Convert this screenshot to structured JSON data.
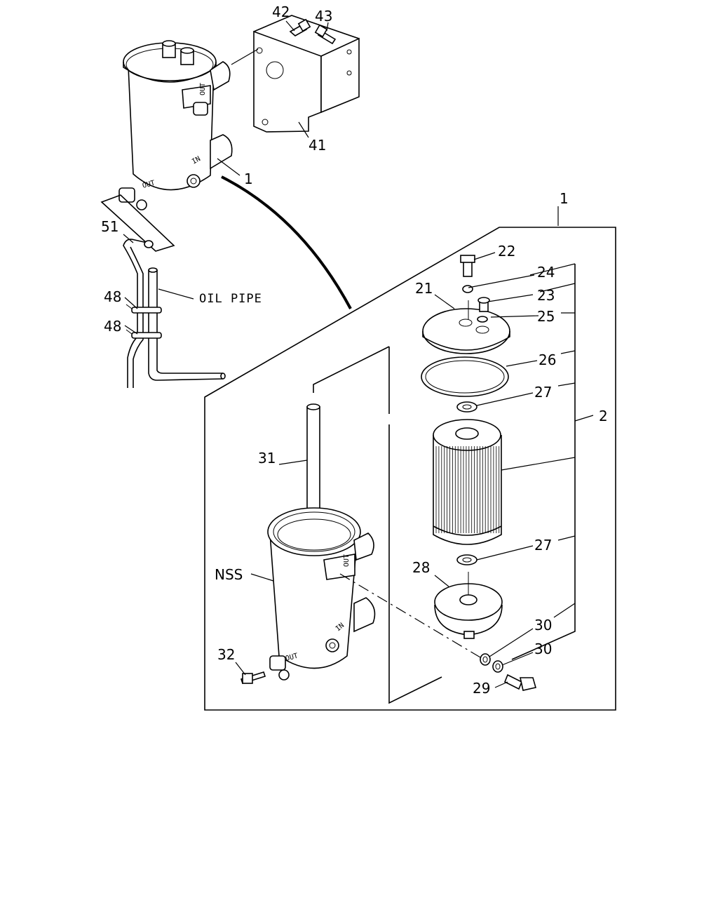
{
  "labels": {
    "oil_pipe": "OIL PIPE",
    "nss": "NSS",
    "in": "IN",
    "out": "OUT"
  },
  "parts": {
    "p1_top": "1",
    "p1_group": "1",
    "p2": "2",
    "p21": "21",
    "p22": "22",
    "p23": "23",
    "p24": "24",
    "p25": "25",
    "p26": "26",
    "p27a": "27",
    "p27b": "27",
    "p28": "28",
    "p29": "29",
    "p30a": "30",
    "p30b": "30",
    "p31": "31",
    "p32": "32",
    "p41": "41",
    "p42": "42",
    "p43": "43",
    "p48a": "48",
    "p48b": "48",
    "p51": "51"
  }
}
